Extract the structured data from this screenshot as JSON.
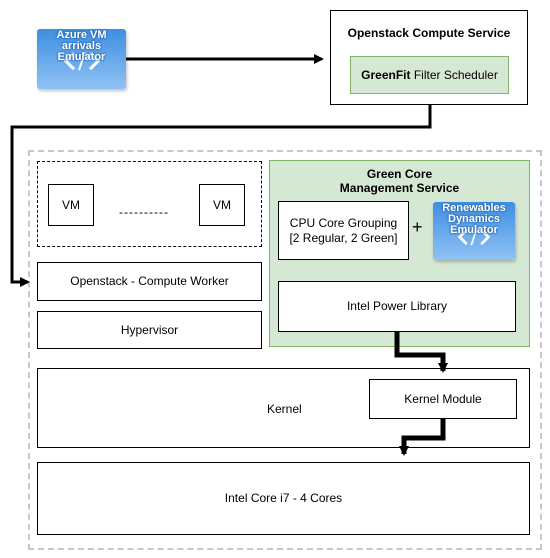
{
  "nodes": {
    "azure_emulator": "Azure VM arrivals Emulator",
    "compute_service_title": "Openstack Compute Service",
    "scheduler_bold": "GreenFit",
    "scheduler_rest": " Filter Scheduler",
    "vm1": "VM",
    "vm_separator": "----------",
    "vm2": "VM",
    "compute_worker": "Openstack - Compute Worker",
    "hypervisor": "Hypervisor",
    "gcm_title": "Green Core Management Service",
    "cpu_grouping_line1": "CPU Core Grouping",
    "cpu_grouping_line2": "[2 Regular, 2 Green]",
    "plus": "+",
    "renewables_emulator": "Renewables Dynamics Emulator",
    "intel_power": "Intel Power Library",
    "kernel": "Kernel",
    "kernel_module": "Kernel Module",
    "cpu": "Intel Core i7 - 4 Cores"
  },
  "colors": {
    "green_fill": "#d5e8d4",
    "green_border": "#82b366",
    "icon_blue": "#3f8ee0",
    "dashed_gray": "#c8c8c8"
  },
  "icons": {
    "emulator": "code-brackets-icon"
  }
}
